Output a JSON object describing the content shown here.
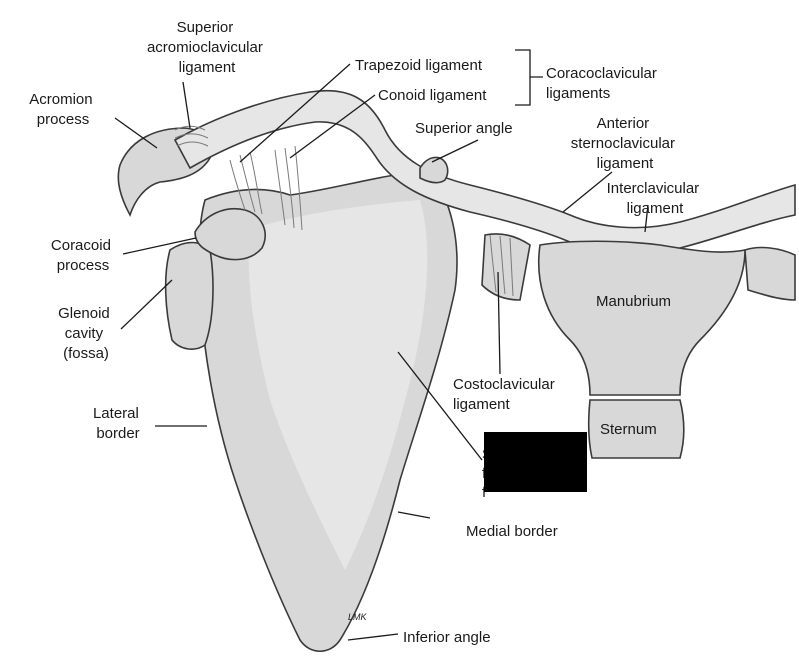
{
  "labels": {
    "superior_acromioclavicular": [
      "Superior",
      "acromioclavicular",
      "ligament"
    ],
    "acromion_process": [
      "Acromion",
      "process"
    ],
    "trapezoid": "Trapezoid ligament",
    "conoid": "Conoid ligament",
    "coracoclavicular": [
      "Coracoclavicular",
      "ligaments"
    ],
    "superior_angle": "Superior angle",
    "anterior_sternoclavicular": [
      "Anterior",
      "sternoclavicular",
      "ligament"
    ],
    "interclavicular": [
      "Interclavicular",
      "ligament"
    ],
    "coracoid_process": [
      "Coracoid",
      "process"
    ],
    "manubrium": "Manubrium",
    "glenoid_cavity": [
      "Glenoid",
      "cavity",
      "(fossa)"
    ],
    "costoclavicular": [
      "Costoclavicular",
      "ligament"
    ],
    "lateral_border": [
      "Lateral",
      "border"
    ],
    "sternum": "Sternum",
    "subscapular_fossa_partial": [
      "S",
      "f",
      "f"
    ],
    "medial_border": "Medial border",
    "inferior_angle": "Inferior angle",
    "signature": "LMK"
  },
  "colors": {
    "bone": "#d8d8d8",
    "bone_light": "#e6e6e6",
    "outline": "#3a3a3a",
    "text": "#1a1a1a",
    "redaction": "#000000"
  }
}
